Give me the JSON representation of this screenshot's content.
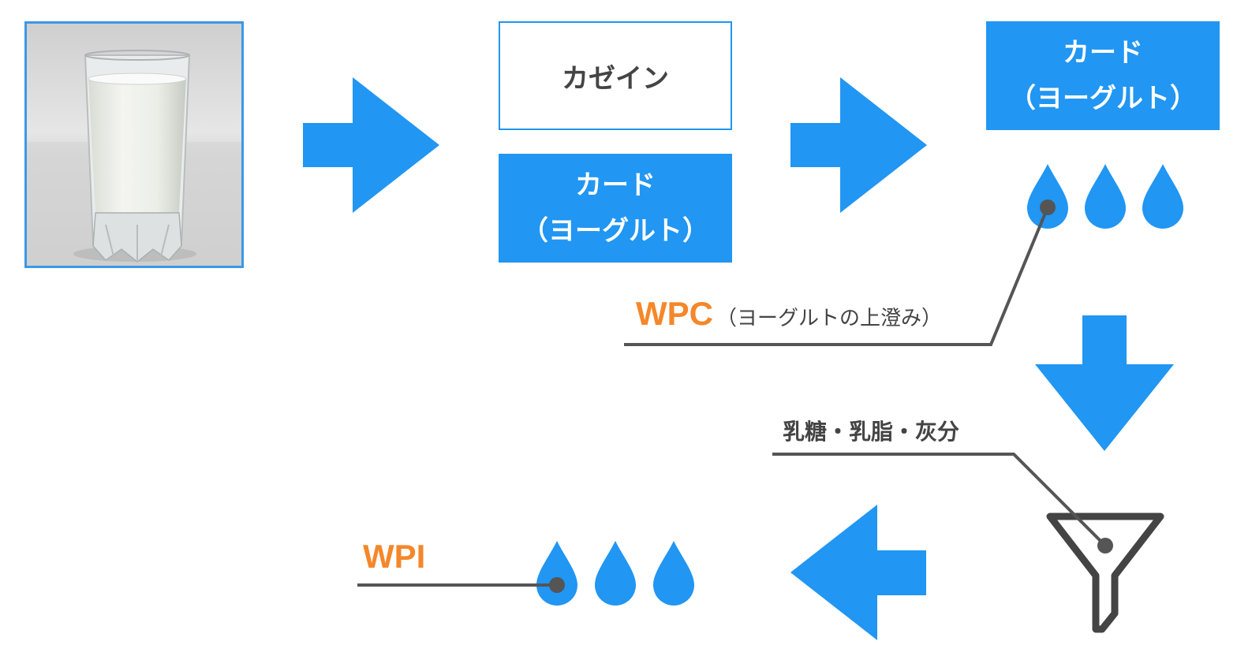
{
  "colors": {
    "accent": "#2196f3",
    "orange": "#f5872a",
    "line": "#555555",
    "text": "#444444"
  },
  "boxes": {
    "casein": "カゼイン",
    "curd1_line1": "カード",
    "curd1_line2": "（ヨーグルト）",
    "curd2_line1": "カード",
    "curd2_line2": "（ヨーグルト）"
  },
  "labels": {
    "wpc": "WPC",
    "wpc_note": "（ヨーグルトの上澄み）",
    "removed": "乳糖・乳脂・灰分",
    "wpi": "WPI"
  },
  "icons": {
    "milk": "milk-glass-image",
    "arrow": "arrow-icon",
    "drop": "drop-icon",
    "filter": "funnel-icon"
  }
}
